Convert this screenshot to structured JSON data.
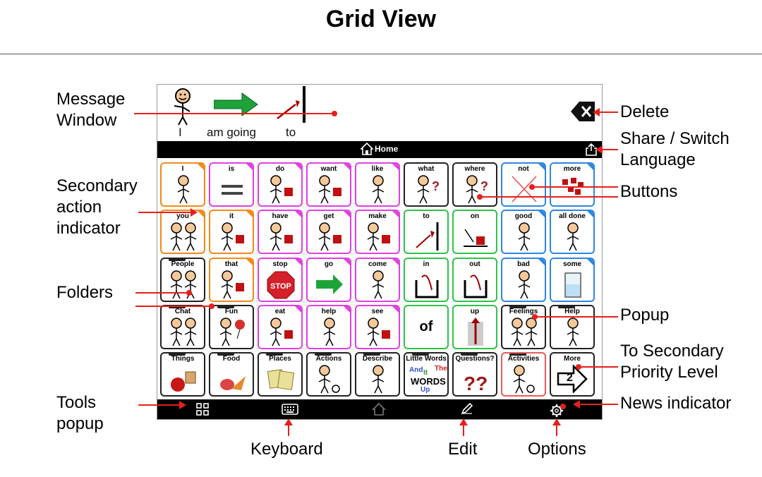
{
  "page_title": "Grid View",
  "message_window": {
    "words": [
      "I",
      "am going",
      "to"
    ]
  },
  "navbar": {
    "label": "Home"
  },
  "cells": [
    {
      "label": "I",
      "border": "orange",
      "corner": true
    },
    {
      "label": "is",
      "border": "pink",
      "corner": true
    },
    {
      "label": "do",
      "border": "pink",
      "corner": true
    },
    {
      "label": "want",
      "border": "pink",
      "corner": true
    },
    {
      "label": "like",
      "border": "pink",
      "corner": true
    },
    {
      "label": "what",
      "border": "black",
      "corner": false
    },
    {
      "label": "where",
      "border": "black",
      "corner": false
    },
    {
      "label": "not",
      "border": "blue",
      "corner": true
    },
    {
      "label": "more",
      "border": "blue",
      "corner": true
    },
    {
      "label": "you",
      "border": "orange",
      "corner": true
    },
    {
      "label": "it",
      "border": "orange",
      "corner": true
    },
    {
      "label": "have",
      "border": "pink",
      "corner": true
    },
    {
      "label": "get",
      "border": "pink",
      "corner": true
    },
    {
      "label": "make",
      "border": "pink",
      "corner": true
    },
    {
      "label": "to",
      "border": "green",
      "corner": false
    },
    {
      "label": "on",
      "border": "green",
      "corner": false
    },
    {
      "label": "good",
      "border": "blue",
      "corner": true
    },
    {
      "label": "all done",
      "border": "blue",
      "corner": true
    },
    {
      "label": "People",
      "border": "black",
      "folder": true
    },
    {
      "label": "that",
      "border": "orange",
      "corner": true
    },
    {
      "label": "stop",
      "border": "pink",
      "corner": true
    },
    {
      "label": "go",
      "border": "pink",
      "corner": true
    },
    {
      "label": "come",
      "border": "pink",
      "corner": true
    },
    {
      "label": "in",
      "border": "green",
      "corner": false
    },
    {
      "label": "out",
      "border": "green",
      "corner": false
    },
    {
      "label": "bad",
      "border": "blue",
      "corner": true
    },
    {
      "label": "some",
      "border": "blue",
      "corner": true
    },
    {
      "label": "Chat",
      "border": "black",
      "folder": true
    },
    {
      "label": "Fun",
      "border": "black",
      "folder": true
    },
    {
      "label": "eat",
      "border": "pink",
      "corner": true
    },
    {
      "label": "help",
      "border": "pink",
      "corner": true
    },
    {
      "label": "see",
      "border": "pink",
      "corner": true
    },
    {
      "label": "of",
      "border": "green",
      "corner": false,
      "big": true
    },
    {
      "label": "up",
      "border": "green",
      "corner": false
    },
    {
      "label": "Feelings",
      "border": "black",
      "folder": true
    },
    {
      "label": "Help",
      "border": "black",
      "folder": true
    },
    {
      "label": "Things",
      "border": "black",
      "folder": true
    },
    {
      "label": "Food",
      "border": "black",
      "folder": true
    },
    {
      "label": "Places",
      "border": "black",
      "folder": true
    },
    {
      "label": "Actions",
      "border": "black",
      "folder": true
    },
    {
      "label": "Describe",
      "border": "black",
      "folder": true
    },
    {
      "label": "Little Words",
      "border": "black",
      "folder": true
    },
    {
      "label": "Questions?",
      "border": "black",
      "folder": true
    },
    {
      "label": "Activities",
      "border": "red",
      "folder": true
    },
    {
      "label": "More",
      "border": "black",
      "corner": false
    }
  ],
  "little_words_art": {
    "and": "And",
    "it": "It",
    "the": "The",
    "words": "WORDS",
    "up": "Up"
  },
  "more_cell_number": "2",
  "annotations": {
    "message_window": [
      "Message",
      "Window"
    ],
    "delete": "Delete",
    "share_switch": [
      "Share / Switch",
      "Language"
    ],
    "secondary_action": [
      "Secondary",
      "action",
      "indicator"
    ],
    "buttons": "Buttons",
    "folders": "Folders",
    "popup": "Popup",
    "secondary_priority": [
      "To Secondary",
      "Priority Level"
    ],
    "tools_popup": [
      "Tools",
      "popup"
    ],
    "news_indicator": "News indicator",
    "keyboard": "Keyboard",
    "edit": "Edit",
    "options": "Options"
  },
  "colors": {
    "orange": "#f08a1c",
    "pink": "#e040e0",
    "green": "#2ec24a",
    "blue": "#2f86e0",
    "red": "#e85a5a",
    "accent_line": "#e5201a"
  },
  "icons": [
    "delete-icon",
    "home-icon",
    "share-icon",
    "tools-grid-icon",
    "keyboard-icon",
    "home-outline-icon",
    "pencil-icon",
    "gear-icon"
  ]
}
